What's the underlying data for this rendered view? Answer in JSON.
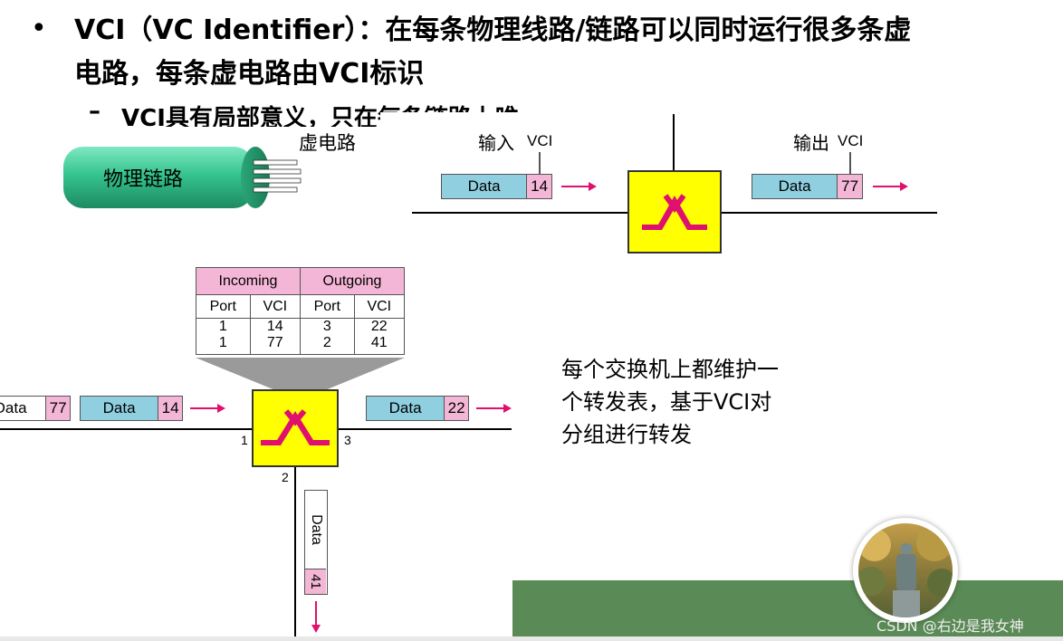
{
  "bullet1": {
    "marker": "•",
    "line1": "VCI（VC Identifier）：在每条物理线路/链路可以同时运行很多条虚",
    "line2": "电路，每条虚电路由VCI标识"
  },
  "bullet2": {
    "marker": "–",
    "text": "VCI具有局部意义，只在每条链路上唯一"
  },
  "tube": {
    "label": "物理链路",
    "vc_label": "虚电路"
  },
  "top_diagram": {
    "input_label": "输入",
    "output_label": "输出",
    "vci_word": "VCI",
    "in_packet": {
      "data": "Data",
      "vci": "14"
    },
    "out_packet": {
      "data": "Data",
      "vci": "77"
    }
  },
  "table": {
    "group_headers": [
      "Incoming",
      "Outgoing"
    ],
    "sub_headers": [
      "Port",
      "VCI",
      "Port",
      "VCI"
    ],
    "rows": [
      [
        "1",
        "14",
        "3",
        "22"
      ],
      [
        "1",
        "77",
        "2",
        "41"
      ]
    ]
  },
  "bottom_diagram": {
    "left_packet_far": {
      "data": "Data",
      "vci": "77"
    },
    "left_packet": {
      "data": "Data",
      "vci": "14"
    },
    "right_packet": {
      "data": "Data",
      "vci": "22"
    },
    "down_packet": {
      "data": "Data",
      "vci": "41"
    },
    "port1": "1",
    "port2": "2",
    "port3": "3"
  },
  "note": {
    "line1": "每个交换机上都维护一",
    "line2": "个转发表，基于VCI对",
    "line3": "分组进行转发"
  },
  "watermark": "CSDN @右边是我女神",
  "colors": {
    "data_cell": "#8fcfe0",
    "vci_cell": "#f4b6d6",
    "switch": "#ffff00",
    "arrow": "#e0106e",
    "green_band": "#5a8a55",
    "tube": "#3cc99a"
  }
}
